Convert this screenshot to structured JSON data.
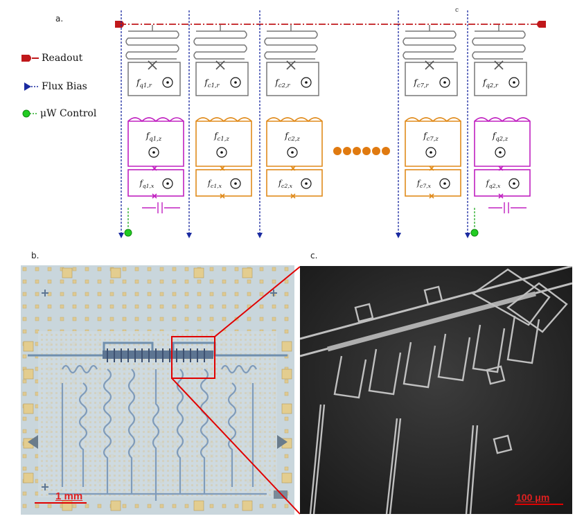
{
  "panels": {
    "a": "a.",
    "b": "b.",
    "c": "c."
  },
  "legend": {
    "readout": "Readout",
    "flux_bias": "Flux Bias",
    "uw_control": "μW Control"
  },
  "circuit": {
    "readout_labels": [
      "fq1,r",
      "fc1,r",
      "fc2,r",
      "fc7,r",
      "fq2,r"
    ],
    "z_labels": [
      "fq1,z",
      "fc1,z",
      "fc2,z",
      "fc7,z",
      "fq2,z"
    ],
    "x_labels": [
      "fq1,x",
      "fc1,x",
      "fc2,x",
      "fc7,x",
      "fq2,x"
    ],
    "small_c": "c",
    "colors": {
      "readout_line": "#c0181b",
      "flux": "#1a2aa0",
      "control": "#22aa22",
      "qubit": "#c020c0",
      "coupler": "#e08a1a",
      "resonator": "#777777"
    }
  },
  "scalebars": {
    "b": "1 mm",
    "c": "100 μm"
  }
}
